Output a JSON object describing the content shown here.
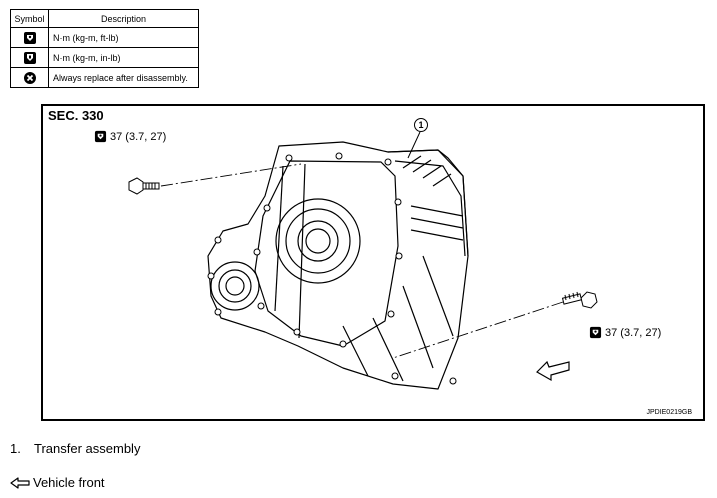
{
  "legend": {
    "header_symbol": "Symbol",
    "header_description": "Description",
    "rows": [
      {
        "icon": "torque-wrench-icon",
        "description": "N·m (kg-m, ft-lb)"
      },
      {
        "icon": "torque-wrench-inlb-icon",
        "description": "N·m (kg-m, in-lb)"
      },
      {
        "icon": "always-replace-icon",
        "description": "Always replace after disassembly."
      }
    ]
  },
  "figure": {
    "section": "SEC. 330",
    "torque_top": "37 (3.7, 27)",
    "torque_right": "37 (3.7, 27)",
    "callout": "1",
    "figure_code": "JPDIE0219GB"
  },
  "captions": {
    "item_number": "1.",
    "item_label": "Transfer assembly",
    "vehicle_front": "Vehicle front"
  }
}
